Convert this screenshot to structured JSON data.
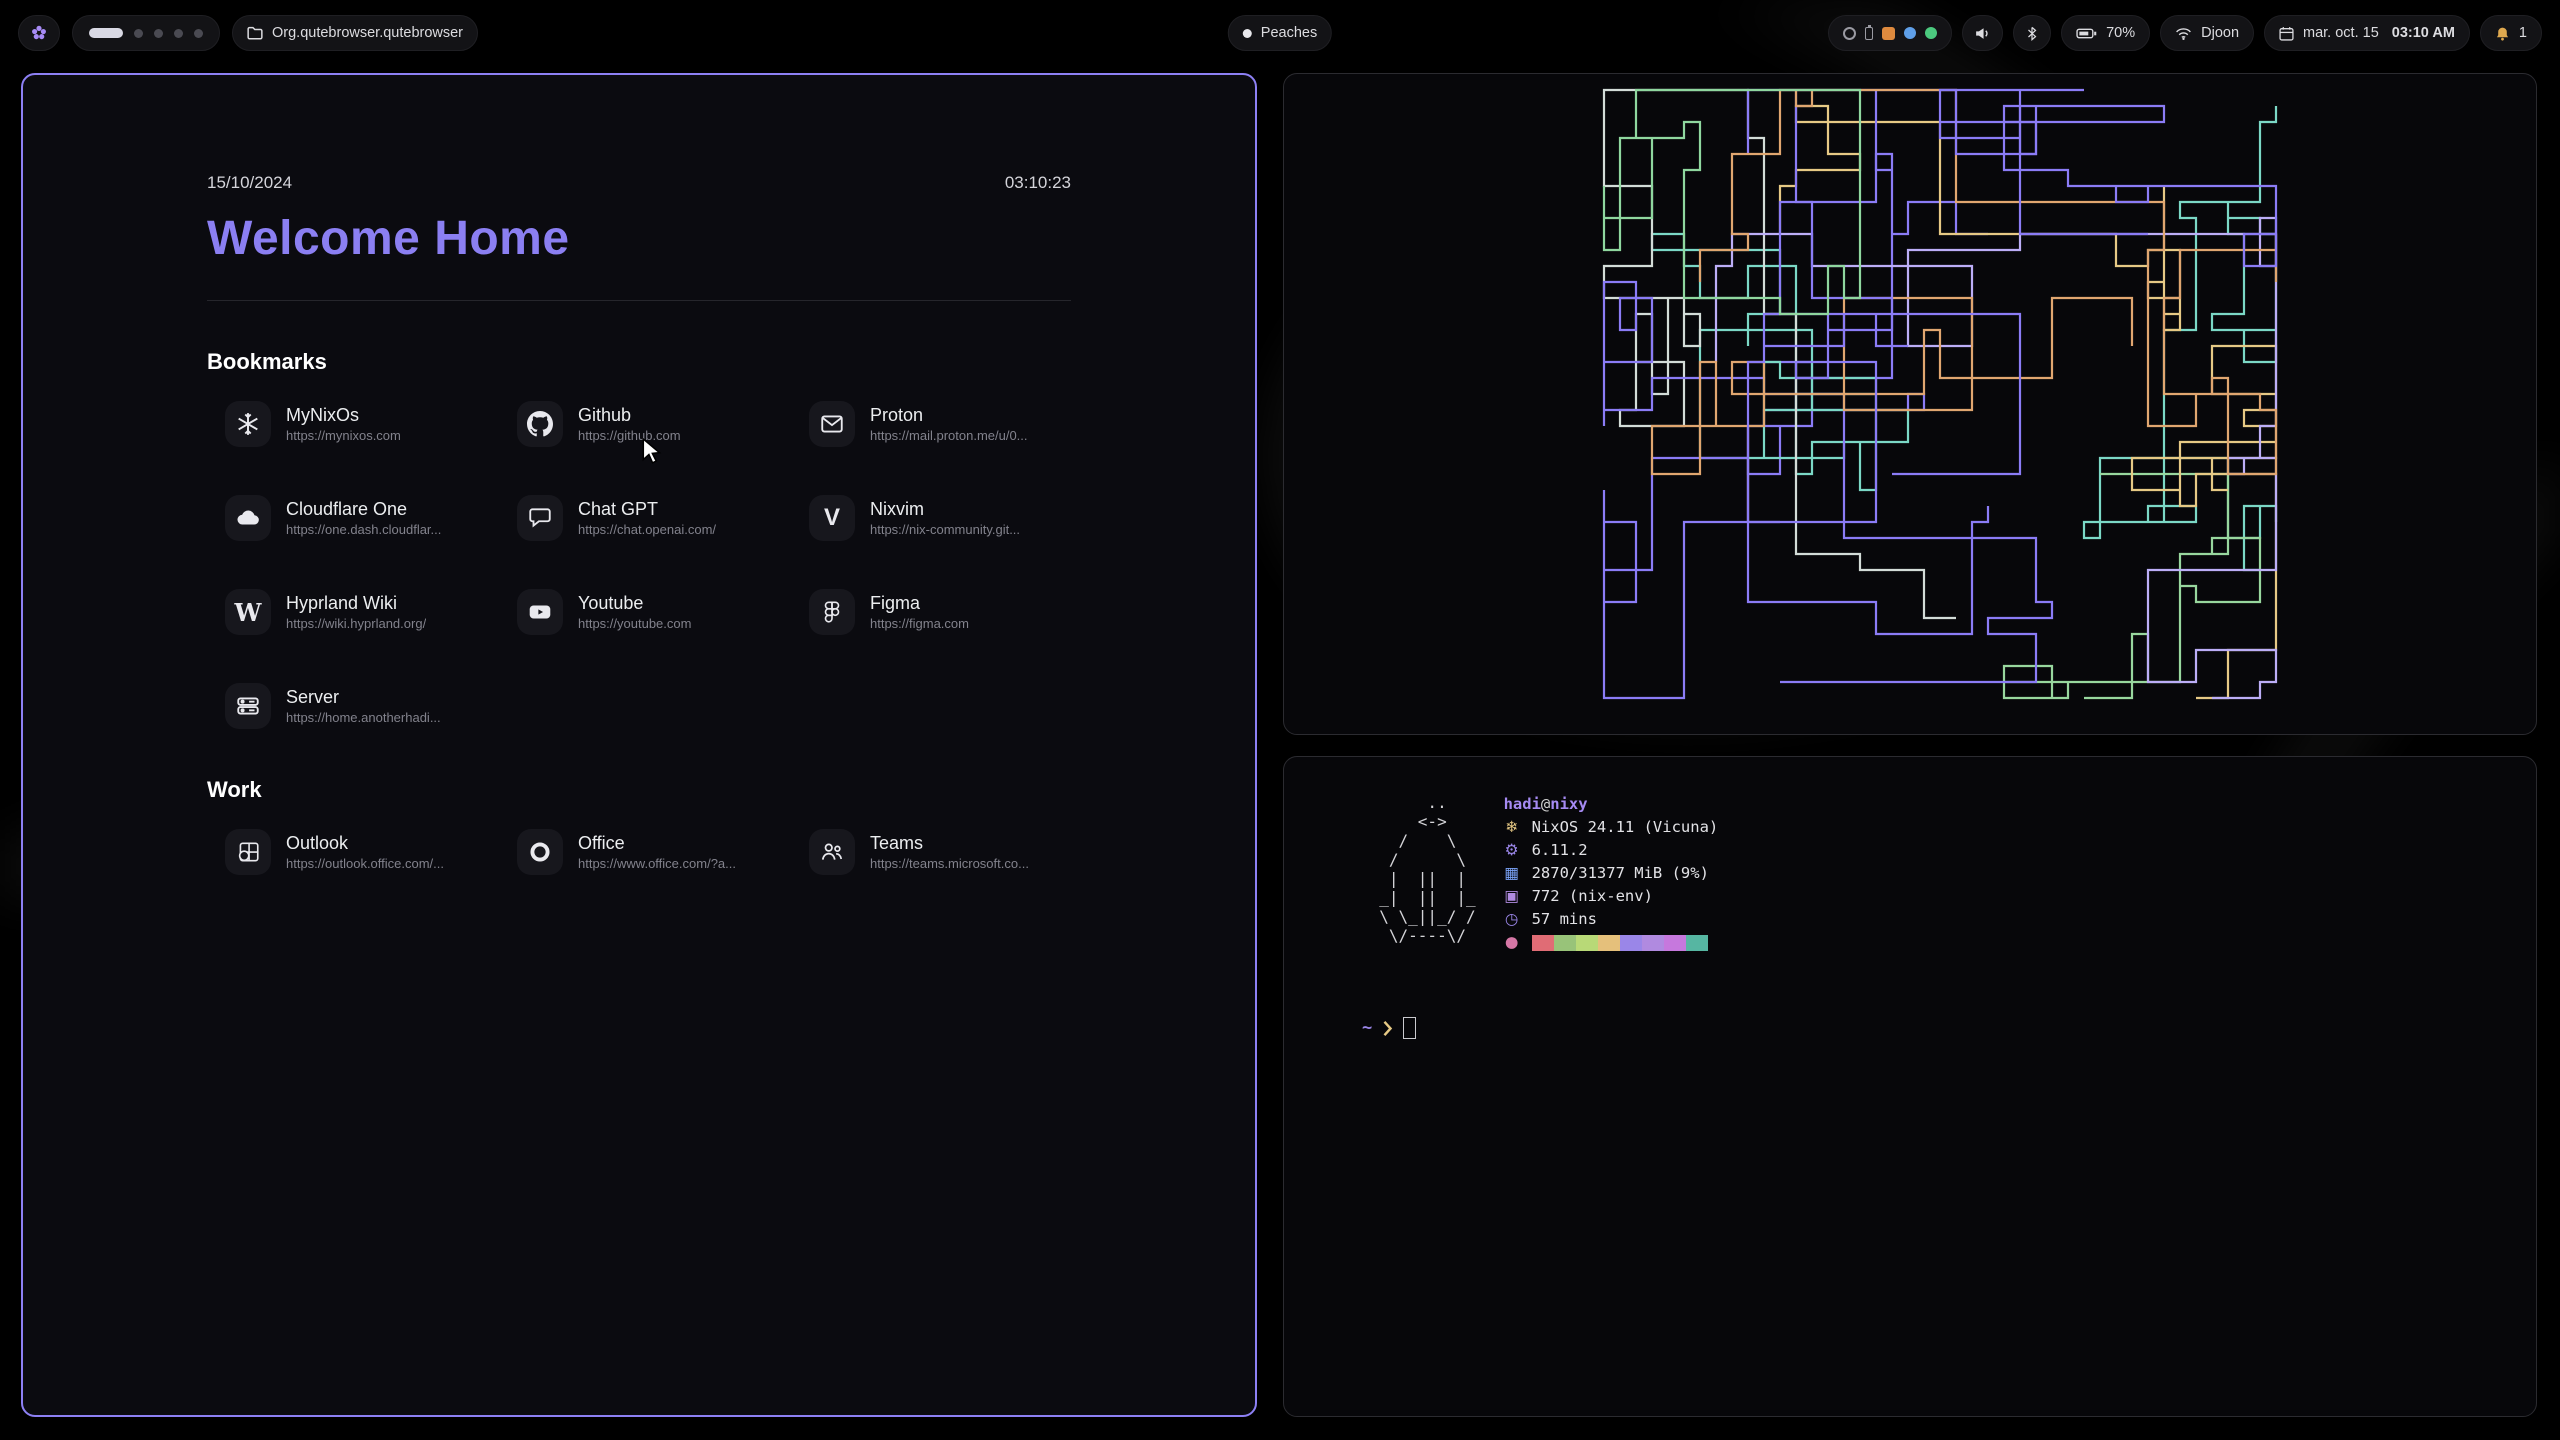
{
  "topbar": {
    "window_title": "Org.qutebrowser.qutebrowser",
    "center_label": "Peaches",
    "battery_label": "70%",
    "network_label": "Djoon",
    "clock_date": "mar. oct. 15",
    "clock_time": "03:10 AM",
    "notification_count": "1",
    "workspaces": {
      "count": 5,
      "active_index": 0
    },
    "tray": [
      {
        "name": "tray-ring-icon",
        "type": "ring",
        "color": "#9a9aa2"
      },
      {
        "name": "tray-battery-icon",
        "type": "vbatt",
        "color": "#9a9aa2"
      },
      {
        "name": "tray-orange-icon",
        "type": "square",
        "color": "#de8a3e"
      },
      {
        "name": "tray-blue-icon",
        "type": "circle",
        "color": "#5f9fe8"
      },
      {
        "name": "tray-green-icon",
        "type": "circle",
        "color": "#4bc97e"
      }
    ]
  },
  "startpage": {
    "date": "15/10/2024",
    "time": "03:10:23",
    "title": "Welcome Home",
    "accent_color": "#8b7ff2",
    "sections": [
      {
        "heading": "Bookmarks",
        "items": [
          {
            "name": "MyNixOs",
            "url": "https://mynixos.com",
            "icon": "mynixos"
          },
          {
            "name": "Github",
            "url": "https://github.com",
            "icon": "github"
          },
          {
            "name": "Proton",
            "url": "https://mail.proton.me/u/0...",
            "icon": "proton"
          },
          {
            "name": "Cloudflare One",
            "url": "https://one.dash.cloudflar...",
            "icon": "cloudflare"
          },
          {
            "name": "Chat GPT",
            "url": "https://chat.openai.com/",
            "icon": "chatgpt"
          },
          {
            "name": "Nixvim",
            "url": "https://nix-community.git...",
            "icon": "nixvim"
          },
          {
            "name": "Hyprland Wiki",
            "url": "https://wiki.hyprland.org/",
            "icon": "hyprland-wiki"
          },
          {
            "name": "Youtube",
            "url": "https://youtube.com",
            "icon": "youtube"
          },
          {
            "name": "Figma",
            "url": "https://figma.com",
            "icon": "figma"
          },
          {
            "name": "Server",
            "url": "https://home.anotherhadi...",
            "icon": "server"
          }
        ]
      },
      {
        "heading": "Work",
        "items": [
          {
            "name": "Outlook",
            "url": "https://outlook.office.com/...",
            "icon": "outlook"
          },
          {
            "name": "Office",
            "url": "https://www.office.com/?a...",
            "icon": "office"
          },
          {
            "name": "Teams",
            "url": "https://teams.microsoft.co...",
            "icon": "teams"
          }
        ]
      }
    ]
  },
  "fastfetch": {
    "user": "hadi",
    "at": "@",
    "host": "nixy",
    "ascii_art": [
      "       ..",
      "      <->",
      "    /    \\",
      "   /      \\",
      "   |  ||  |",
      "  _|  ||  |_",
      "  \\ \\_||_/ /",
      "   \\/----\\/"
    ],
    "lines": [
      {
        "icon": "❄",
        "color": "#e6c985",
        "text": "NixOS 24.11 (Vicuna)"
      },
      {
        "icon": "⚙",
        "color": "#9a86e8",
        "text": "6.11.2"
      },
      {
        "icon": "▦",
        "color": "#7aa2f7",
        "text": "2870/31377 MiB (9%)"
      },
      {
        "icon": "▣",
        "color": "#b08ae0",
        "text": "772 (nix-env)"
      },
      {
        "icon": "◷",
        "color": "#9a86e8",
        "text": "57 mins"
      }
    ],
    "palette_icon": {
      "icon": "●",
      "color": "#d577a6"
    },
    "palette": [
      "#e06c75",
      "#98c379",
      "#b8d977",
      "#e5c07b",
      "#9a86e8",
      "#b08ae0",
      "#c678dd",
      "#56b6a2"
    ],
    "prompt": {
      "tilde": "~",
      "chevron_color": "#e6c985"
    }
  },
  "pipes": {
    "seed": 13,
    "count": 16,
    "colors": [
      "#7bd8c6",
      "#7bd8c6",
      "#8fd79f",
      "#aee3a0",
      "#8b7cf6",
      "#8b7cf6",
      "#6a5ad0",
      "#bcaef7",
      "#e6c985",
      "#e0a670",
      "#d3dcd8",
      "#98d79e"
    ]
  }
}
